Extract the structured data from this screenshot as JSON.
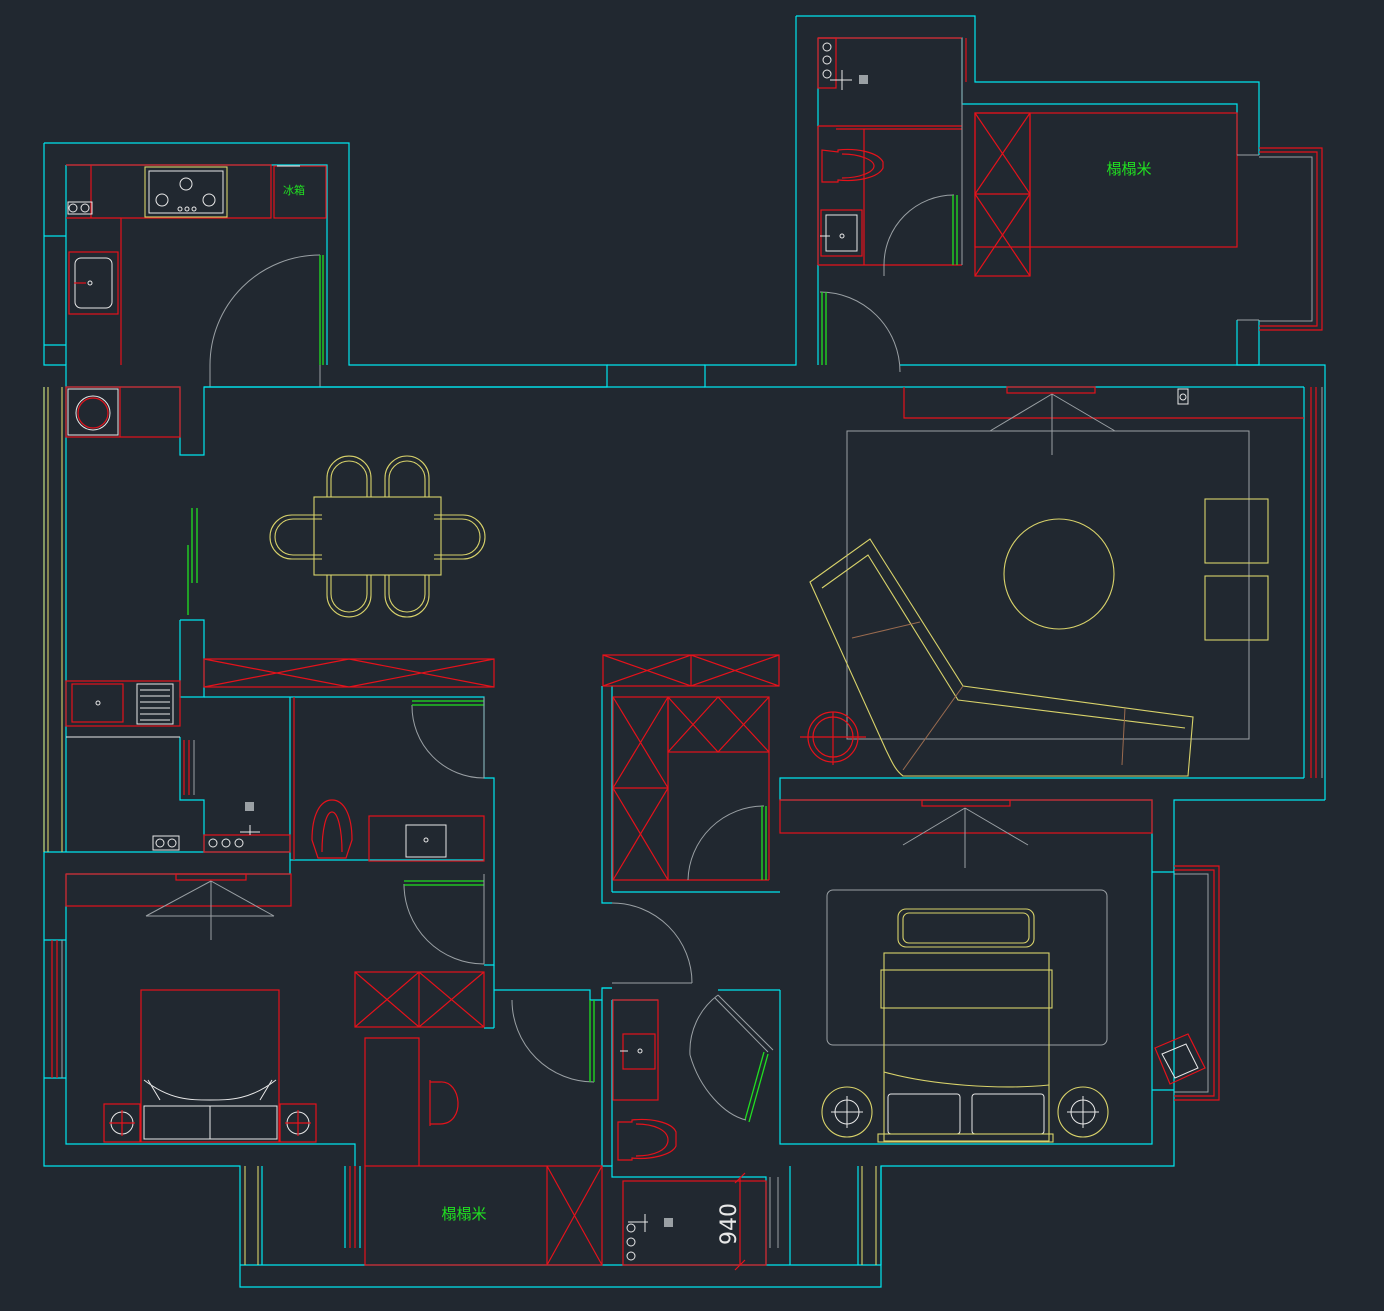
{
  "colors": {
    "background": "#212830",
    "wall": "#00e5ee",
    "furniture": "#e5121b",
    "door_swing": "#9aa0a4",
    "loose_furniture": "#d8d26a",
    "door_leaf": "#21e021",
    "fixture": "#e8e8e8"
  },
  "labels": {
    "fridge": "冰箱",
    "tatami_top": "榻榻米",
    "tatami_bottom": "榻榻米"
  },
  "dimensions": {
    "bath_width": "940"
  }
}
